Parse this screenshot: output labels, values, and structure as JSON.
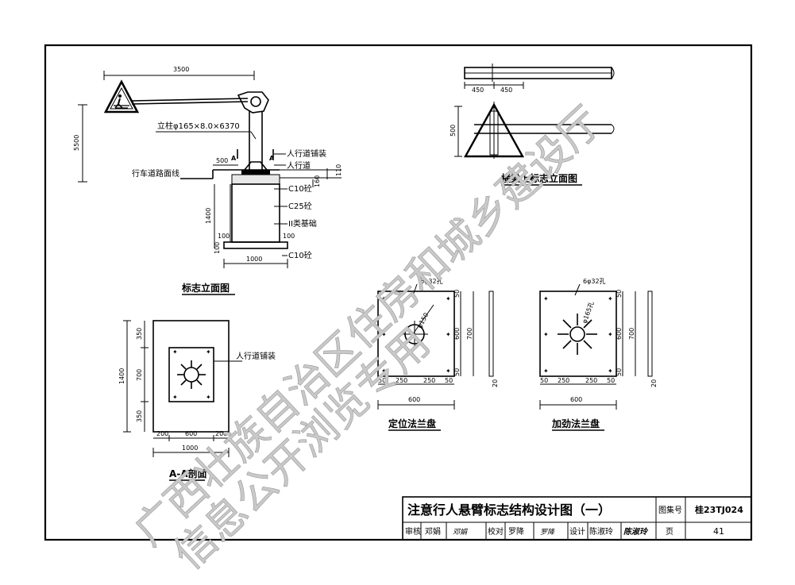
{
  "drawing": {
    "elevation": {
      "title": "标志立面图",
      "dim_arm": "3500",
      "dim_height": "5500",
      "post_spec": "立柱φ165×8.0×6370",
      "dim_500": "500",
      "sec_a_left": "A",
      "sec_a_right": "A",
      "sidewalk_pave": "人行道铺装",
      "sidewalk": "人行道",
      "lane_line": "行车道路面线",
      "dim_110": "110",
      "dim_160": "160",
      "c10_top": "C10砼",
      "c25": "C25砼",
      "base_ii": "II类基础",
      "dim_1400": "1400",
      "dim_100a": "100",
      "dim_100b": "100",
      "dim_100c": "100",
      "dim_1000": "1000",
      "c10_bottom": "C10砼"
    },
    "crossbeam": {
      "title": "横梁上标志立面图",
      "dim_450a": "450",
      "dim_450b": "450",
      "dim_500": "500"
    },
    "section_aa": {
      "title": "A-A剖面",
      "dim_1400": "1400",
      "dim_350a": "350",
      "dim_700": "700",
      "dim_350b": "350",
      "sidewalk_pave": "人行道铺装",
      "dim_200a": "200",
      "dim_600": "600",
      "dim_200b": "200",
      "dim_1000": "1000"
    },
    "locating_flange": {
      "title": "定位法兰盘",
      "holes": "6φ32孔",
      "dia": "φ150",
      "dim_50a": "50",
      "dim_250a": "250",
      "dim_250b": "250",
      "dim_50b": "50",
      "dim_600": "600",
      "v_50a": "50",
      "v_600": "600",
      "v_700": "700",
      "v_50b": "50",
      "v_20": "20"
    },
    "stiffened_flange": {
      "title": "加劲法兰盘",
      "holes": "6φ32孔",
      "dia": "φ165孔",
      "dim_50a": "50",
      "dim_250a": "250",
      "dim_250b": "250",
      "dim_50b": "50",
      "dim_600": "600",
      "v_50a": "50",
      "v_600": "600",
      "v_700": "700",
      "v_50b": "50",
      "v_20": "20"
    }
  },
  "title_block": {
    "title": "注意行人悬臂标志结构设计图（一）",
    "atlas_label": "图集号",
    "atlas_no": "桂23TJ024",
    "review_label": "审核",
    "review_name": "邓娟",
    "review_sign": "邓娟",
    "check_label": "校对",
    "check_name": "罗降",
    "check_sign": "罗降",
    "design_label": "设计",
    "design_name": "陈淑玲",
    "design_sign": "陈淑玲",
    "page_label": "页",
    "page_no": "41"
  },
  "watermark": {
    "line1": "广西壮族自治区住房和城乡建设厅",
    "line2": "信息公开浏览专用"
  }
}
